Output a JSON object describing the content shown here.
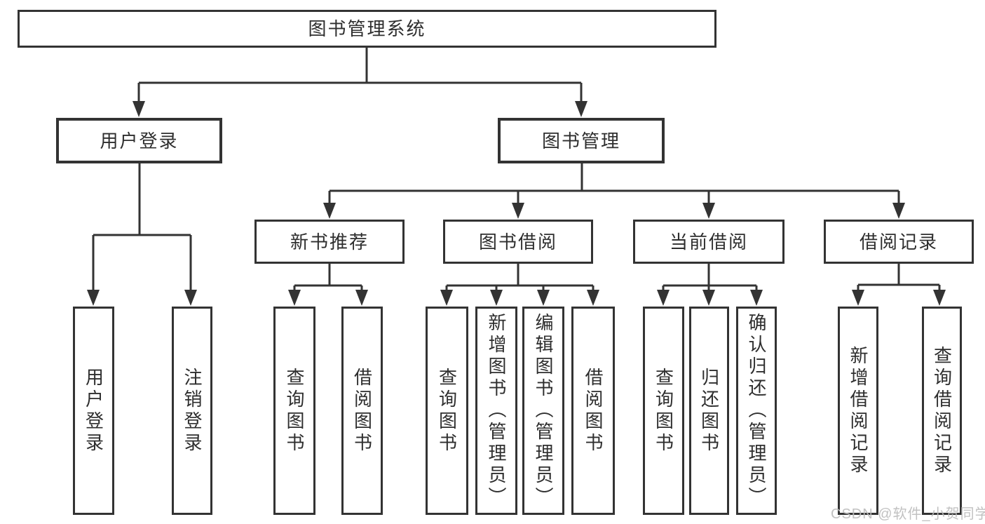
{
  "tree": {
    "title": "图书管理系统",
    "user_login": {
      "label": "用户登录",
      "children": [
        "用户登录",
        "注销登录"
      ]
    },
    "book_management": {
      "label": "图书管理",
      "sections": [
        {
          "label": "新书推荐",
          "children": [
            "查询图书",
            "借阅图书"
          ]
        },
        {
          "label": "图书借阅",
          "children": [
            "查询图书",
            "新增图书（管理员）",
            "编辑图书（管理员）",
            "借阅图书"
          ]
        },
        {
          "label": "当前借阅",
          "children": [
            "查询图书",
            "归还图书",
            "确认归还（管理员）"
          ]
        },
        {
          "label": "借阅记录",
          "children": [
            "新增借阅记录",
            "查询借阅记录"
          ]
        }
      ]
    }
  },
  "watermark": "CSDN @软件_小贺同学",
  "colors": {
    "line": "#333333",
    "box_border": "#333333",
    "box_fill": "#ffffff",
    "text": "#2e2e2e",
    "watermark": "#bcbcbc",
    "background": "#ffffff"
  }
}
